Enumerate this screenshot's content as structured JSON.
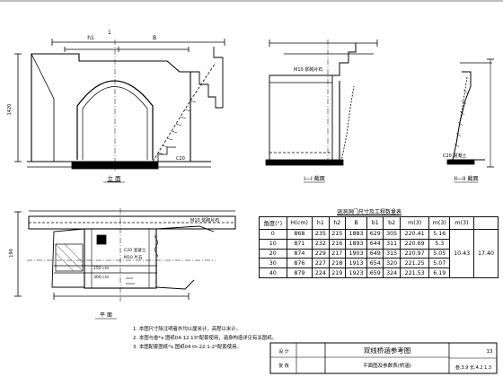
{
  "sheet": {
    "project_title": "双线桥涵参考图",
    "subtitle": "平面图及参数表(桥涵)",
    "drawing_no": "叁.3.9 长.4.2 1.3",
    "stamp_box_a": "设 计",
    "stamp_box_b": "复 核",
    "sheet_no_partial": "13",
    "scale_mark": "1"
  },
  "views": {
    "elevation": {
      "label": "立 面"
    },
    "section_1": {
      "label": "I—I 截面"
    },
    "section_2": {
      "label": "II—II 截面"
    },
    "plan": {
      "label": "平 面"
    }
  },
  "dims": {
    "h1": "h1",
    "h2": "h2",
    "b1": "b1",
    "b2": "b2",
    "b": "B",
    "h_left": "1420",
    "h_plan": "190",
    "m10_1": "M10 浆砌片石",
    "m10_2": "M10 浆砌片石",
    "m10_3": "M10 浆砌",
    "c20": "C20 混凝土",
    "c20b": "C20",
    "plan_c20": "C20 混凝土",
    "plan_m10": "M10 片石",
    "plan_150": "150 cm",
    "plan_300": "300 cm"
  },
  "table": {
    "title": "涵洞洞门尺寸及工程数量表",
    "headers": [
      "角度(°)",
      "H(cm)",
      "h1",
      "h2",
      "B",
      "b1",
      "b2",
      "m(3)",
      "m(3)",
      "m(3)"
    ],
    "rows": [
      [
        "0",
        "868",
        "235",
        "215",
        "1883",
        "629",
        "305",
        "220.41",
        "5.16"
      ],
      [
        "10",
        "871",
        "232",
        "216",
        "1893",
        "644",
        "311",
        "220.69",
        "5.3"
      ],
      [
        "20",
        "874",
        "229",
        "217",
        "1903",
        "649",
        "315",
        "220.97",
        "5.05"
      ],
      [
        "30",
        "876",
        "227",
        "218",
        "1913",
        "654",
        "320",
        "221.25",
        "5.07"
      ],
      [
        "40",
        "879",
        "224",
        "219",
        "1923",
        "659",
        "324",
        "221.53",
        "6.19"
      ]
    ],
    "merged_col1": "10.43",
    "merged_col2": "17.40"
  },
  "notes": [
    "1. 本图尺寸除注明者外均以厘米计，高程以米计。",
    "2. 本图与叁*x 图纸04-12.13*配套使用，涵身构造详见有关图纸。",
    "3. 本图配套图纸*x 图纸04 th-22-1-2*配套使用。"
  ],
  "colors": {
    "ink": "#000000",
    "paper": "#ffffff",
    "hatch": "#333333"
  }
}
